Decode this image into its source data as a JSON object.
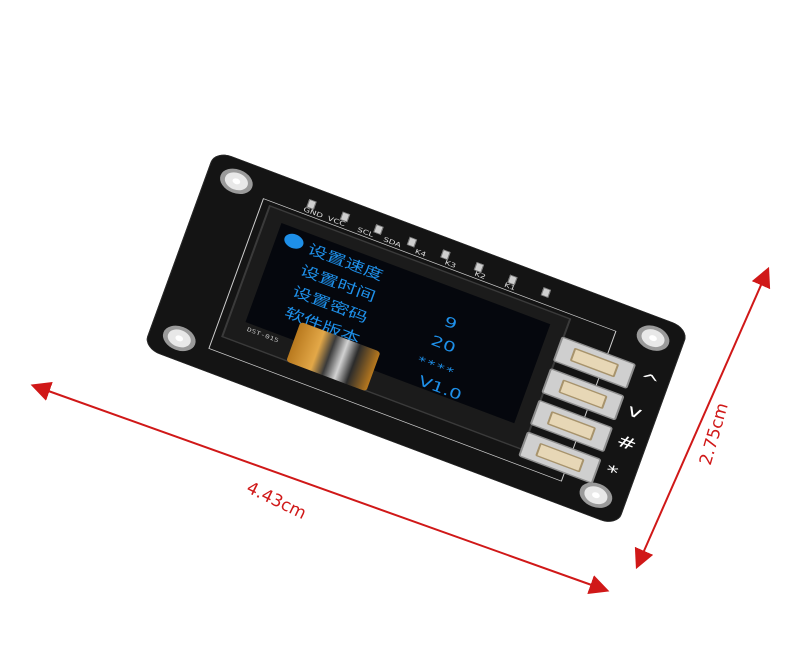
{
  "oled": {
    "menu_rows": [
      {
        "label": "设置速度",
        "value": ""
      },
      {
        "label": "设置时间",
        "value": "9"
      },
      {
        "label": "设置密码",
        "value": "20"
      },
      {
        "label": "软件版本",
        "value": "****"
      }
    ],
    "version": "V1.0",
    "text_color": "#1e8fe8",
    "background_color": "#05070d"
  },
  "board": {
    "model_mark": "DST-015",
    "pin_labels": [
      "GND",
      "VCC",
      "SCL",
      "SDA",
      "K4",
      "K3",
      "K2",
      "K1"
    ],
    "key_symbols": [
      "^",
      "v",
      "#",
      "*"
    ],
    "board_color": "#141414"
  },
  "dimensions": {
    "width_label": "4.43cm",
    "height_label": "2.75cm",
    "arrow_color": "#d01818"
  }
}
